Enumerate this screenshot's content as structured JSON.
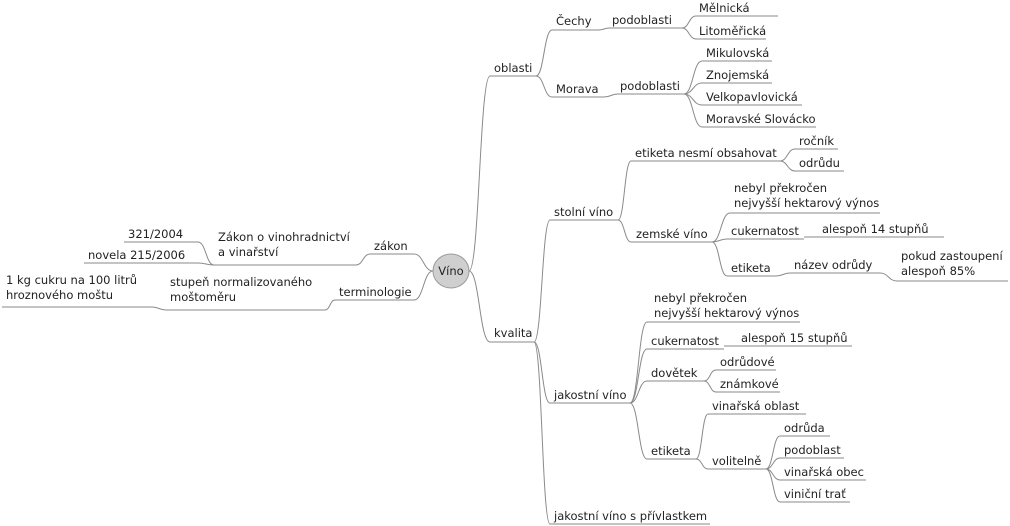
{
  "root": "Víno",
  "right": {
    "oblasti": "oblasti",
    "cechy": "Čechy",
    "cechy_podoblasti": "podoblasti",
    "melnicka": "Mělnická",
    "litomericka": "Litoměřická",
    "morava": "Morava",
    "morava_podoblasti": "podoblasti",
    "mikulovska": "Mikulovská",
    "znojemska": "Znojemská",
    "velkopavlovicka": "Velkopavlovická",
    "moravske_slovacko": "Moravské Slovácko",
    "kvalita": "kvalita",
    "stolni_vino": "stolní víno",
    "etiketa_nesmi": "etiketa nesmí obsahovat",
    "rocnik": "ročník",
    "odrudu": "odrůdu",
    "zemske_vino": "zemské víno",
    "zv_nebyl_1": "nebyl překročen",
    "zv_nebyl_2": "nejvyšší hektarový výnos",
    "zv_cukernatost": "cukernatost",
    "zv_alespon14": "alespoň 14 stupňů",
    "zv_etiketa": "etiketa",
    "zv_nazev": "název odrůdy",
    "zv_pokud_1": "pokud zastoupení",
    "zv_pokud_2": "alespoň 85%",
    "jakostni_vino": "jakostní víno",
    "jv_nebyl_1": "nebyl překročen",
    "jv_nebyl_2": "nejvyšší hektarový výnos",
    "jv_cukernatost": "cukernatost",
    "jv_alespon15": "alespoň 15 stupňů",
    "jv_dovetek": "dovětek",
    "jv_odrudove": "odrůdové",
    "jv_znamkove": "známkové",
    "jv_etiketa": "etiketa",
    "jv_vinarska_oblast": "vinařská oblast",
    "jv_volitelne": "volitelně",
    "jv_odruda": "odrůda",
    "jv_podoblast": "podoblast",
    "jv_vinarska_obec": "vinařská obec",
    "jv_vinicni_trat": "viniční trať",
    "jakostni_privlastek": "jakostní víno s přívlastkem"
  },
  "left": {
    "zakon": "zákon",
    "zakon_o_1": "Zákon o vinohradnictví",
    "zakon_o_2": "a vinařství",
    "c321": "321/2004",
    "novela": "novela 215/2006",
    "terminologie": "terminologie",
    "stupen_1": "stupeň normalizovaného",
    "stupen_2": "moštoměru",
    "kg_1": "1 kg cukru na 100 litrů",
    "kg_2": "hroznového moštu"
  }
}
